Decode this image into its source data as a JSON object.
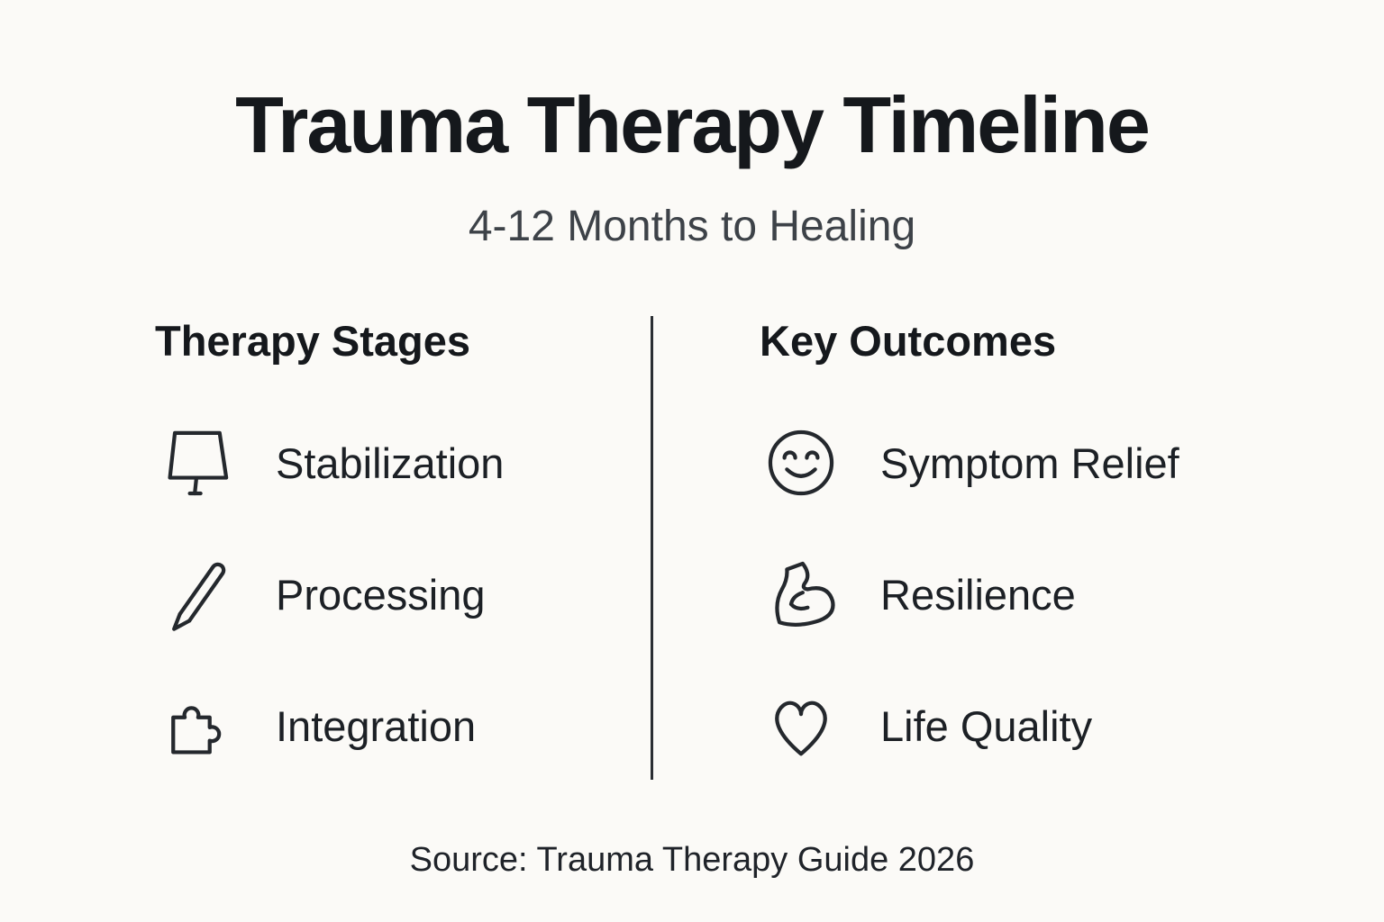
{
  "page": {
    "title": "Trauma Therapy Timeline",
    "subtitle": "4-12 Months to Healing",
    "source": "Source: Trauma Therapy Guide 2026"
  },
  "stages": {
    "header": "Therapy Stages",
    "items": [
      {
        "label": "Stabilization",
        "icon": "whiteboard-icon"
      },
      {
        "label": "Processing",
        "icon": "pencil-icon"
      },
      {
        "label": "Integration",
        "icon": "puzzle-icon"
      }
    ]
  },
  "outcomes": {
    "header": "Key Outcomes",
    "items": [
      {
        "label": "Symptom Relief",
        "icon": "smiley-face-icon"
      },
      {
        "label": "Resilience",
        "icon": "flexed-bicep-icon"
      },
      {
        "label": "Life Quality",
        "icon": "heart-icon"
      }
    ]
  },
  "colors": {
    "background": "#fbfaf7",
    "text": "#1c2025",
    "subtitle": "#3d4248",
    "divider": "#2a2e33",
    "icon_stroke": "#24282d"
  }
}
